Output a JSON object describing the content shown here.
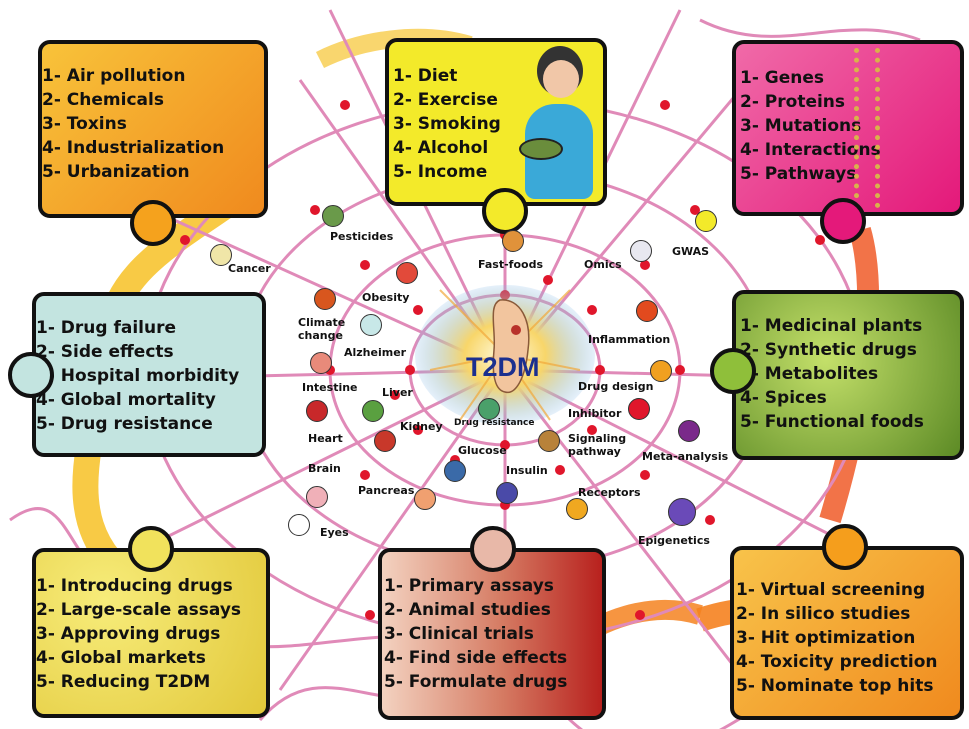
{
  "center": {
    "label": "T2DM"
  },
  "panels": {
    "environment": [
      "1- Air pollution",
      "2- Chemicals",
      "3- Toxins",
      "4- Industrialization",
      "5- Urbanization"
    ],
    "lifestyle": [
      "1- Diet",
      "2- Exercise",
      "3- Smoking",
      "4- Alcohol",
      "5- Income"
    ],
    "genetics": [
      "1- Genes",
      "2- Proteins",
      "3- Mutations",
      "4- Interactions",
      "5- Pathways"
    ],
    "drugs_problems": [
      "1- Drug failure",
      "2- Side effects",
      "3- Hospital morbidity",
      "4- Global mortality",
      "5- Drug resistance"
    ],
    "therapeutics": [
      "1- Medicinal plants",
      "2- Synthetic drugs",
      "3- Metabolites",
      "4- Spices",
      "5- Functional foods"
    ],
    "market": [
      "1- Introducing drugs",
      "2- Large-scale assays",
      "3- Approving drugs",
      "4- Global markets",
      "5- Reducing T2DM"
    ],
    "experiments": [
      "1- Primary assays",
      "2- Animal studies",
      "3- Clinical trials",
      "4- Find side effects",
      "5- Formulate drugs"
    ],
    "computational": [
      "1- Virtual screening",
      "2- In silico studies",
      "3- Hit optimization",
      "4- Toxicity prediction",
      "5- Nominate top hits"
    ]
  },
  "nodes": {
    "pesticides": "Pesticides",
    "cancer": "Cancer",
    "fast_foods": "Fast-foods",
    "omics": "Omics",
    "gwas": "GWAS",
    "obesity": "Obesity",
    "climate": "Climate change",
    "alzheimer": "Alzheimer",
    "inflammation": "Inflammation",
    "intestine": "Intestine",
    "drug_design": "Drug design",
    "liver": "Liver",
    "inhibitor": "Inhibitor",
    "kidney": "Kidney",
    "drug_resistance": "Drug resistance",
    "heart": "Heart",
    "signaling": "Signaling pathway",
    "glucose": "Glucose",
    "meta_analysis": "Meta-analysis",
    "brain": "Brain",
    "insulin": "Insulin",
    "pancreas": "Pancreas",
    "receptors": "Receptors",
    "eyes": "Eyes",
    "epigenetics": "Epigenetics"
  },
  "colors": {
    "web": "#e08ab8",
    "dot": "#e0162b",
    "ribbon": "#f58220",
    "ribbon2": "#f7c431",
    "environment": "#f5a21d",
    "lifestyle": "#f3ea2a",
    "genetics": "#e4197a",
    "drugs_problems": "#c3e4e0",
    "therapeutics": "#8fbf3a",
    "market": "#f1e25c",
    "experiments": "#c9584a",
    "computational": "#f59e1c",
    "center_text": "#1b2f8f"
  }
}
